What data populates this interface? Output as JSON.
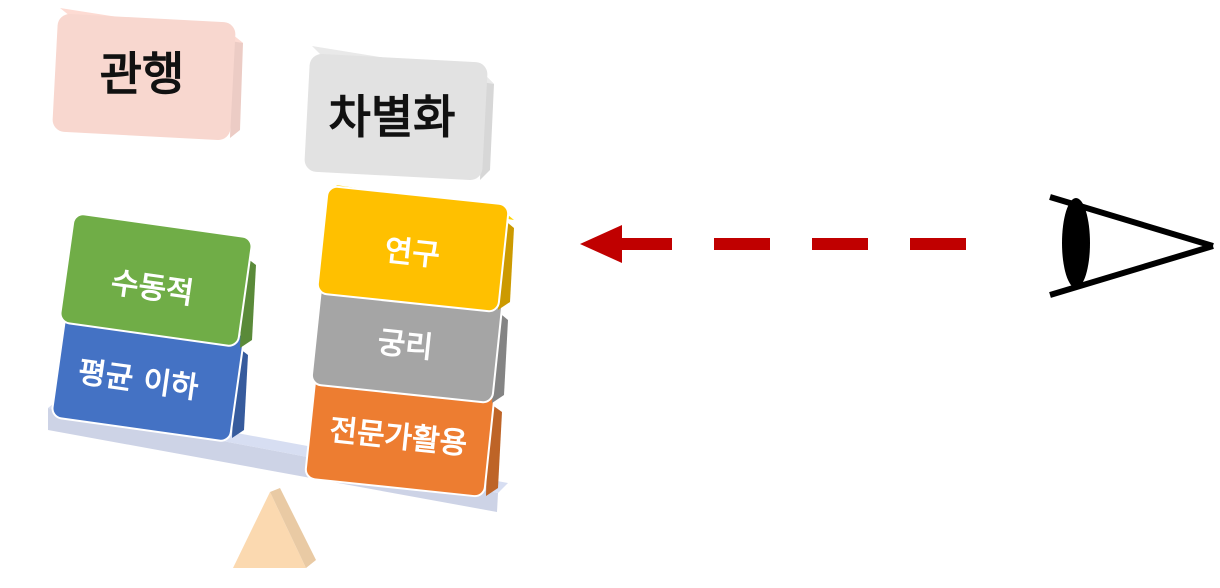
{
  "colors": {
    "convention_box": "#f8d7cf",
    "differentiation_box": "#e2e2e2",
    "passive_block": "#70ad47",
    "below_average_block": "#4472c4",
    "research_block": "#ffc000",
    "contemplation_block": "#a5a5a5",
    "expert_block": "#ed7d31",
    "beam": "#cdd3e6",
    "fulcrum": "#fbd9b0",
    "arrow": "#c00000",
    "eye": "#000000"
  },
  "labels": {
    "convention": "관행",
    "differentiation": "차별화",
    "passive": "수동적",
    "below_average": "평균 이하",
    "research": "연구",
    "contemplation": "궁리",
    "expert_use": "전문가활용"
  },
  "icons": {
    "eye": "eye-icon",
    "arrow": "dashed-left-arrow"
  }
}
